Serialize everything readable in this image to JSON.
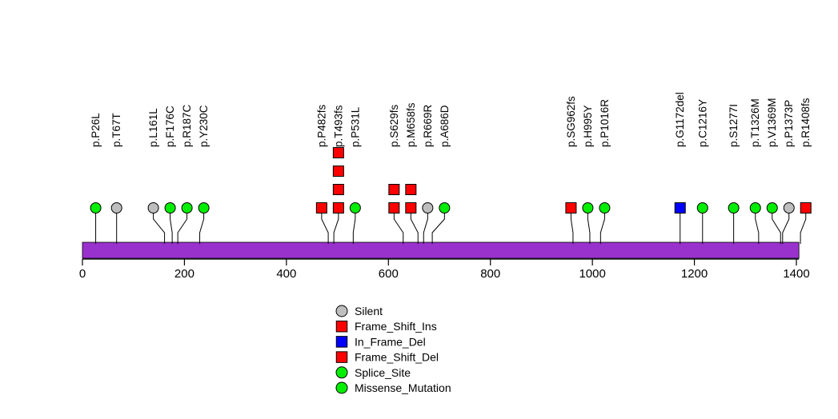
{
  "chart_data": {
    "type": "scatter",
    "subtype": "lollipop_mutation_plot",
    "title": "",
    "xlabel": "",
    "ylabel": "",
    "xlim": [
      0,
      1450
    ],
    "x_ticks": [
      0,
      200,
      400,
      600,
      800,
      1000,
      1200,
      1400
    ],
    "grid": false,
    "legend_position": "bottom-center",
    "protein_bar": {
      "start": 0,
      "end": 1405,
      "color": "#9932CC"
    },
    "mutations": [
      {
        "label": "p.P26L",
        "pos": 26,
        "type": "Missense_Mutation",
        "shape": "circle",
        "color": "#00EE00",
        "count": 1
      },
      {
        "label": "p.T67T",
        "pos": 67,
        "type": "Silent",
        "shape": "circle",
        "color": "#BEBEBE",
        "count": 1
      },
      {
        "label": "p.L161L",
        "pos": 161,
        "type": "Silent",
        "shape": "circle",
        "color": "#BEBEBE",
        "count": 1
      },
      {
        "label": "p.F176C",
        "pos": 176,
        "type": "Missense_Mutation",
        "shape": "circle",
        "color": "#00EE00",
        "count": 1
      },
      {
        "label": "p.R187C",
        "pos": 187,
        "type": "Missense_Mutation",
        "shape": "circle",
        "color": "#00EE00",
        "count": 1
      },
      {
        "label": "p.Y230C",
        "pos": 230,
        "type": "Missense_Mutation",
        "shape": "circle",
        "color": "#00EE00",
        "count": 1
      },
      {
        "label": "p.P482fs",
        "pos": 482,
        "type": "Frame_Shift_Del",
        "shape": "square",
        "color": "#FF0000",
        "count": 1
      },
      {
        "label": "p.T493fs",
        "pos": 493,
        "type": "Frame_Shift_Ins",
        "shape": "square",
        "color": "#FF0000",
        "count": 4
      },
      {
        "label": "p.P531L",
        "pos": 531,
        "type": "Missense_Mutation",
        "shape": "circle",
        "color": "#00EE00",
        "count": 1
      },
      {
        "label": "p.S629fs",
        "pos": 629,
        "type": "Frame_Shift_Del",
        "shape": "square",
        "color": "#FF0000",
        "count": 2
      },
      {
        "label": "p.M658fs",
        "pos": 658,
        "type": "Frame_Shift_Ins",
        "shape": "square",
        "color": "#FF0000",
        "count": 2
      },
      {
        "label": "p.R669R",
        "pos": 669,
        "type": "Silent",
        "shape": "circle",
        "color": "#BEBEBE",
        "count": 1
      },
      {
        "label": "p.A686D",
        "pos": 686,
        "type": "Missense_Mutation",
        "shape": "circle",
        "color": "#00EE00",
        "count": 1
      },
      {
        "label": "p.SG962fs",
        "pos": 962,
        "type": "Frame_Shift_Del",
        "shape": "square",
        "color": "#FF0000",
        "count": 1
      },
      {
        "label": "p.H995Y",
        "pos": 995,
        "type": "Missense_Mutation",
        "shape": "circle",
        "color": "#00EE00",
        "count": 1
      },
      {
        "label": "p.P1016R",
        "pos": 1016,
        "type": "Missense_Mutation",
        "shape": "circle",
        "color": "#00EE00",
        "count": 1
      },
      {
        "label": "p.G1172del",
        "pos": 1172,
        "type": "In_Frame_Del",
        "shape": "square",
        "color": "#0000FF",
        "count": 1
      },
      {
        "label": "p.C1216Y",
        "pos": 1216,
        "type": "Missense_Mutation",
        "shape": "circle",
        "color": "#00EE00",
        "count": 1
      },
      {
        "label": "p.S1277I",
        "pos": 1277,
        "type": "Missense_Mutation",
        "shape": "circle",
        "color": "#00EE00",
        "count": 1
      },
      {
        "label": "p.T1326M",
        "pos": 1326,
        "type": "Missense_Mutation",
        "shape": "circle",
        "color": "#00EE00",
        "count": 1
      },
      {
        "label": "p.V1369M",
        "pos": 1369,
        "type": "Missense_Mutation",
        "shape": "circle",
        "color": "#00EE00",
        "count": 1
      },
      {
        "label": "p.P1373P",
        "pos": 1373,
        "type": "Silent",
        "shape": "circle",
        "color": "#BEBEBE",
        "count": 1
      },
      {
        "label": "p.R1408fs",
        "pos": 1408,
        "type": "Frame_Shift_Ins",
        "shape": "square",
        "color": "#FF0000",
        "count": 1
      }
    ],
    "legend": [
      {
        "label": "Silent",
        "shape": "circle",
        "color": "#BEBEBE"
      },
      {
        "label": "Frame_Shift_Ins",
        "shape": "square",
        "color": "#FF0000"
      },
      {
        "label": "In_Frame_Del",
        "shape": "square",
        "color": "#0000FF"
      },
      {
        "label": "Frame_Shift_Del",
        "shape": "square",
        "color": "#FF0000"
      },
      {
        "label": "Splice_Site",
        "shape": "circle",
        "color": "#00EE00"
      },
      {
        "label": "Missense_Mutation",
        "shape": "circle",
        "color": "#00EE00"
      }
    ]
  }
}
